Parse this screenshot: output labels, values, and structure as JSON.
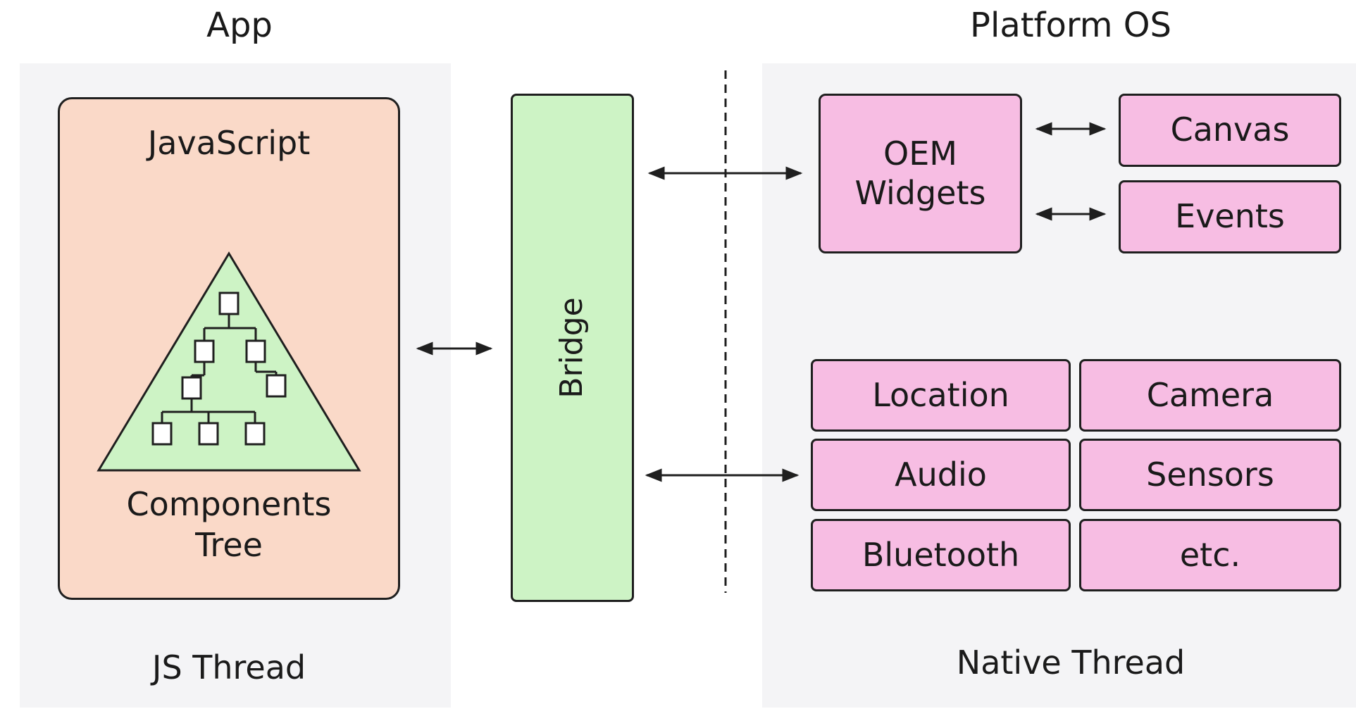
{
  "headers": {
    "app": "App",
    "platform": "Platform OS"
  },
  "app_panel": {
    "language": "JavaScript",
    "tree_label": "Components Tree",
    "thread": "JS Thread"
  },
  "bridge": {
    "label": "Bridge"
  },
  "platform_panel": {
    "widgets": "OEM Widgets",
    "canvas": "Canvas",
    "events": "Events",
    "services": [
      "Location",
      "Camera",
      "Audio",
      "Sensors",
      "Bluetooth",
      "etc."
    ],
    "thread": "Native Thread"
  },
  "colors": {
    "js_box": "#fad9c8",
    "bridge": "#cdf3c5",
    "native_box": "#f7bde3",
    "panel_bg": "#f4f4f6"
  }
}
